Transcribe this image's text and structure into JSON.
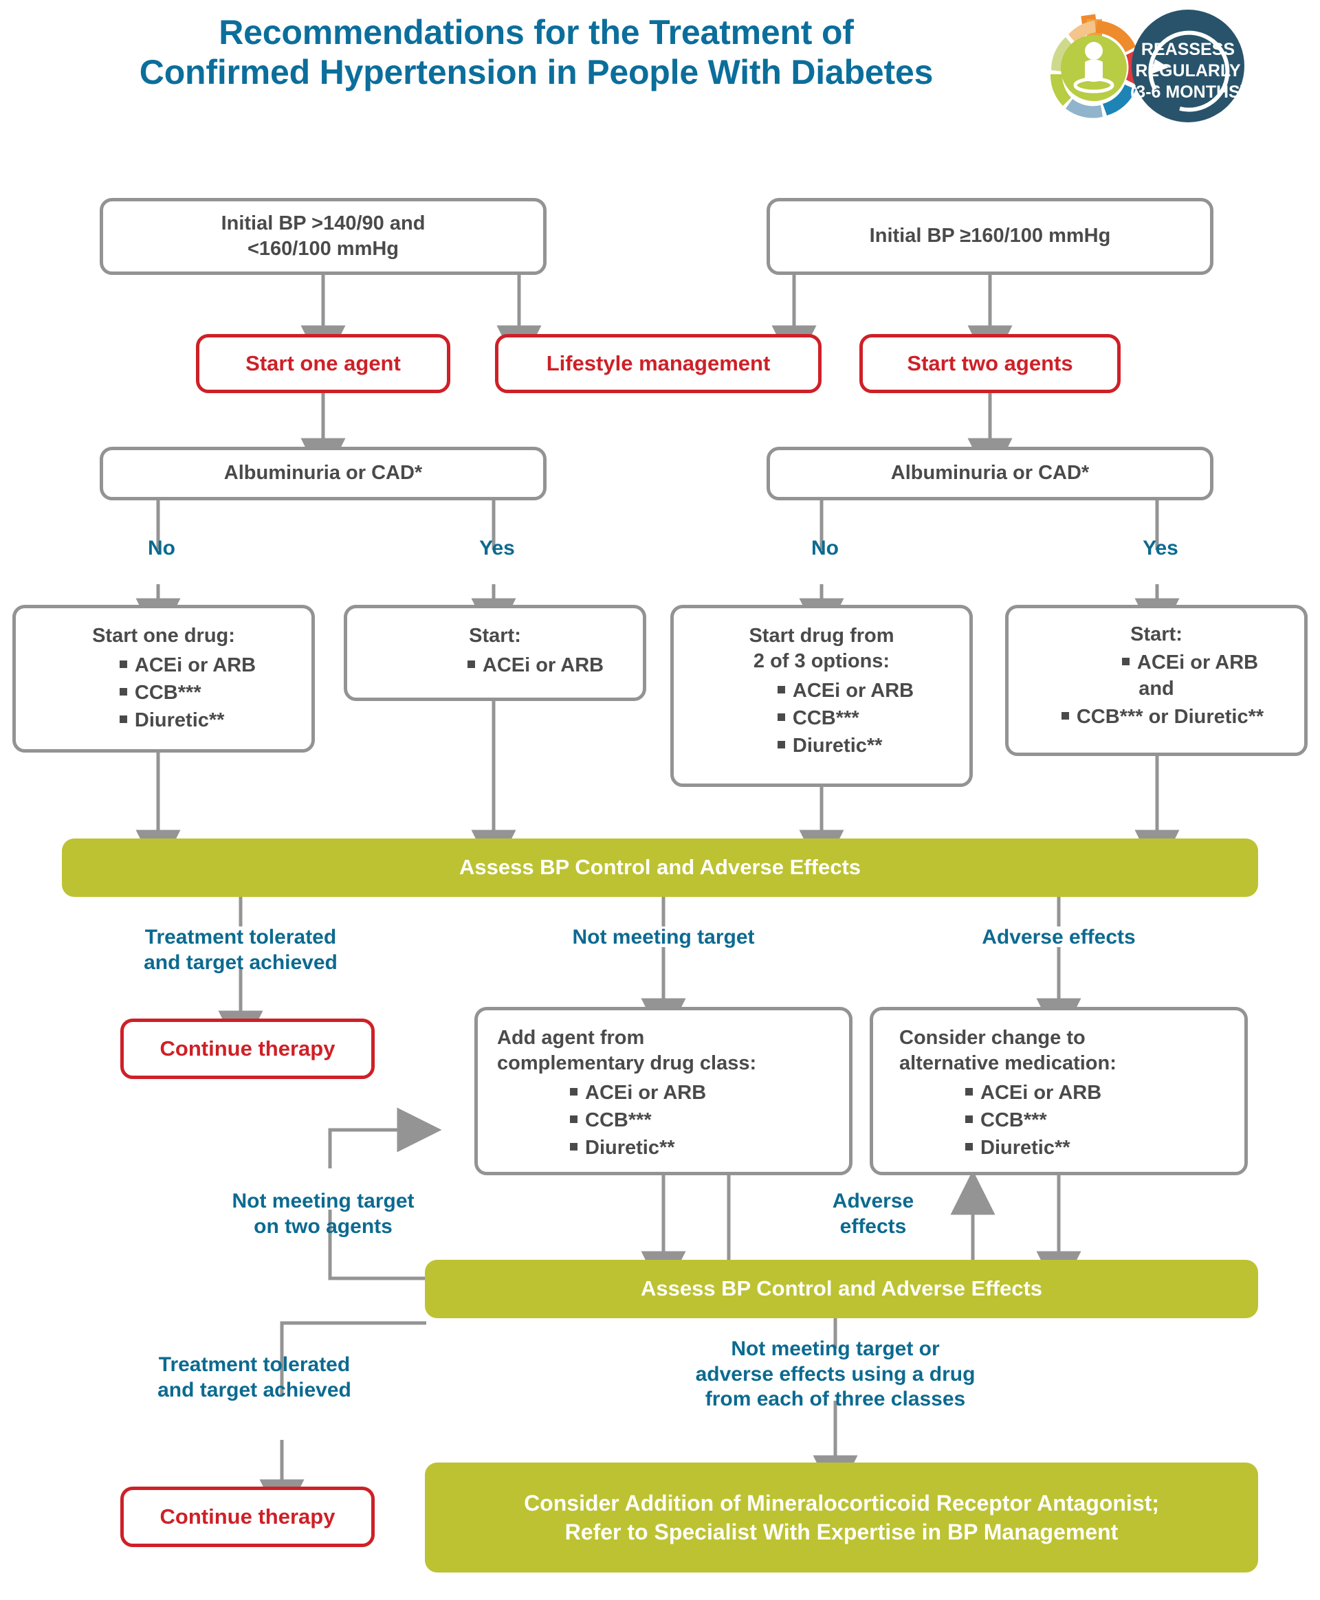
{
  "title": {
    "line1": "Recommendations for the Treatment of",
    "line2": "Confirmed Hypertension in People With Diabetes"
  },
  "logo": {
    "name": "reassess-cycle-logo",
    "badge_line1": "REASSESS",
    "badge_line2": "REGULARLY",
    "badge_line3": "(3-6 MONTHS)"
  },
  "colors": {
    "title_blue": "#0B6E9B",
    "label_blue": "#0C6A90",
    "box_grey": "#939393",
    "box_red": "#CE2027",
    "bar_olive": "#BDC232",
    "text_dark": "#4A4A4A",
    "connector_grey": "#949494"
  },
  "nodes": {
    "initial_bp_low": "Initial BP >140/90 and\n<160/100 mmHg",
    "initial_bp_low_l1": "Initial BP >140/90 and",
    "initial_bp_low_l2": "<160/100 mmHg",
    "initial_bp_high": "Initial BP ≥160/100 mmHg",
    "start_one_agent": "Start one agent",
    "lifestyle_management": "Lifestyle management",
    "start_two_agents": "Start two agents",
    "albuminuria_left": "Albuminuria or CAD*",
    "albuminuria_right": "Albuminuria or CAD*",
    "start_one_drug_heading": "Start one drug:",
    "start_one_drug_items": [
      "ACEi or ARB",
      "CCB***",
      "Diuretic**"
    ],
    "start_left_yes_heading": "Start:",
    "start_left_yes_items": [
      "ACEi or ARB"
    ],
    "start_drug_2of3_heading_l1": "Start drug from",
    "start_drug_2of3_heading_l2": "2 of 3 options:",
    "start_drug_2of3_items": [
      "ACEi or ARB",
      "CCB***",
      "Diuretic**"
    ],
    "start_right_yes_heading": "Start:",
    "start_right_yes_item1": "ACEi or ARB",
    "start_right_yes_and": "and",
    "start_right_yes_item2": "CCB*** or Diuretic**",
    "assess_bar_1": "Assess BP Control and Adverse Effects",
    "assess_bar_2": "Assess BP Control and Adverse Effects",
    "continue_therapy_1": "Continue therapy",
    "continue_therapy_2": "Continue therapy",
    "add_agent_heading_l1": "Add agent from",
    "add_agent_heading_l2": "complementary drug class:",
    "add_agent_items": [
      "ACEi or ARB",
      "CCB***",
      "Diuretic**"
    ],
    "consider_change_heading_l1": "Consider change to",
    "consider_change_heading_l2": "alternative medication:",
    "consider_change_items": [
      "ACEi or ARB",
      "CCB***",
      "Diuretic**"
    ],
    "final_olive_l1": "Consider Addition of Mineralocorticoid Receptor Antagonist;",
    "final_olive_l2": "Refer to Specialist With Expertise in BP Management"
  },
  "edge_labels": {
    "no_left": "No",
    "yes_left": "Yes",
    "no_right": "No",
    "yes_right": "Yes",
    "tolerated_target_1": "Treatment tolerated\nand target achieved",
    "not_meeting_target": "Not meeting target",
    "adverse_effects_top": "Adverse effects",
    "not_meeting_two_agents": "Not meeting target\non two agents",
    "adverse_effects_loop": "Adverse\neffects",
    "tolerated_target_2": "Treatment tolerated\nand target achieved",
    "not_meeting_three_classes": "Not meeting target or\nadverse effects using a drug\nfrom each of three classes"
  }
}
